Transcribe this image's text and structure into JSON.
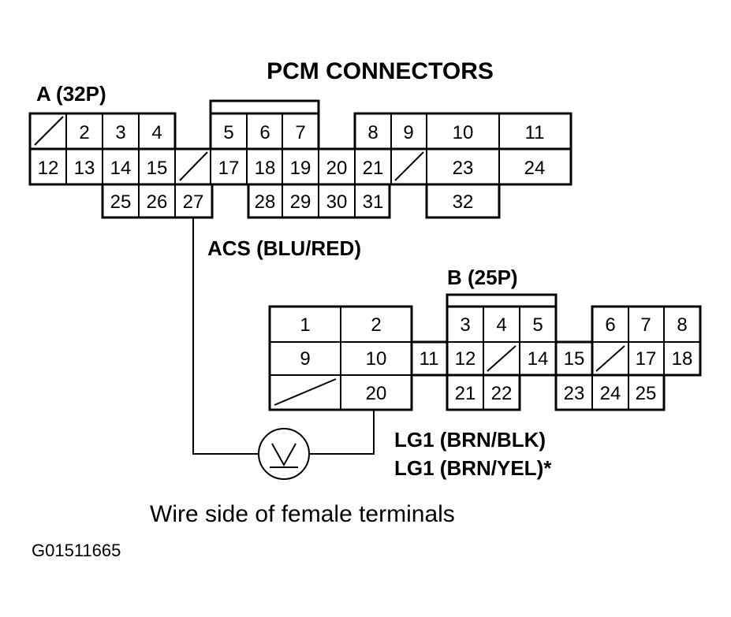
{
  "title": "PCM CONNECTORS",
  "connector_a": {
    "label": "A (32P)",
    "pins": [
      "2",
      "3",
      "4",
      "5",
      "6",
      "7",
      "8",
      "9",
      "10",
      "11",
      "12",
      "13",
      "14",
      "15",
      "17",
      "18",
      "19",
      "20",
      "21",
      "23",
      "24",
      "25",
      "26",
      "27",
      "28",
      "29",
      "30",
      "31",
      "32"
    ]
  },
  "connector_b": {
    "label": "B (25P)",
    "pins": [
      "1",
      "2",
      "3",
      "4",
      "5",
      "6",
      "7",
      "8",
      "9",
      "10",
      "11",
      "12",
      "14",
      "15",
      "17",
      "18",
      "20",
      "21",
      "22",
      "23",
      "24",
      "25"
    ]
  },
  "wire_acs": "ACS (BLU/RED)",
  "wire_lg1_a": "LG1 (BRN/BLK)",
  "wire_lg1_b": "LG1 (BRN/YEL)*",
  "meter_icon": "voltmeter-icon",
  "caption": "Wire side of female terminals",
  "figure_id": "G01511665"
}
